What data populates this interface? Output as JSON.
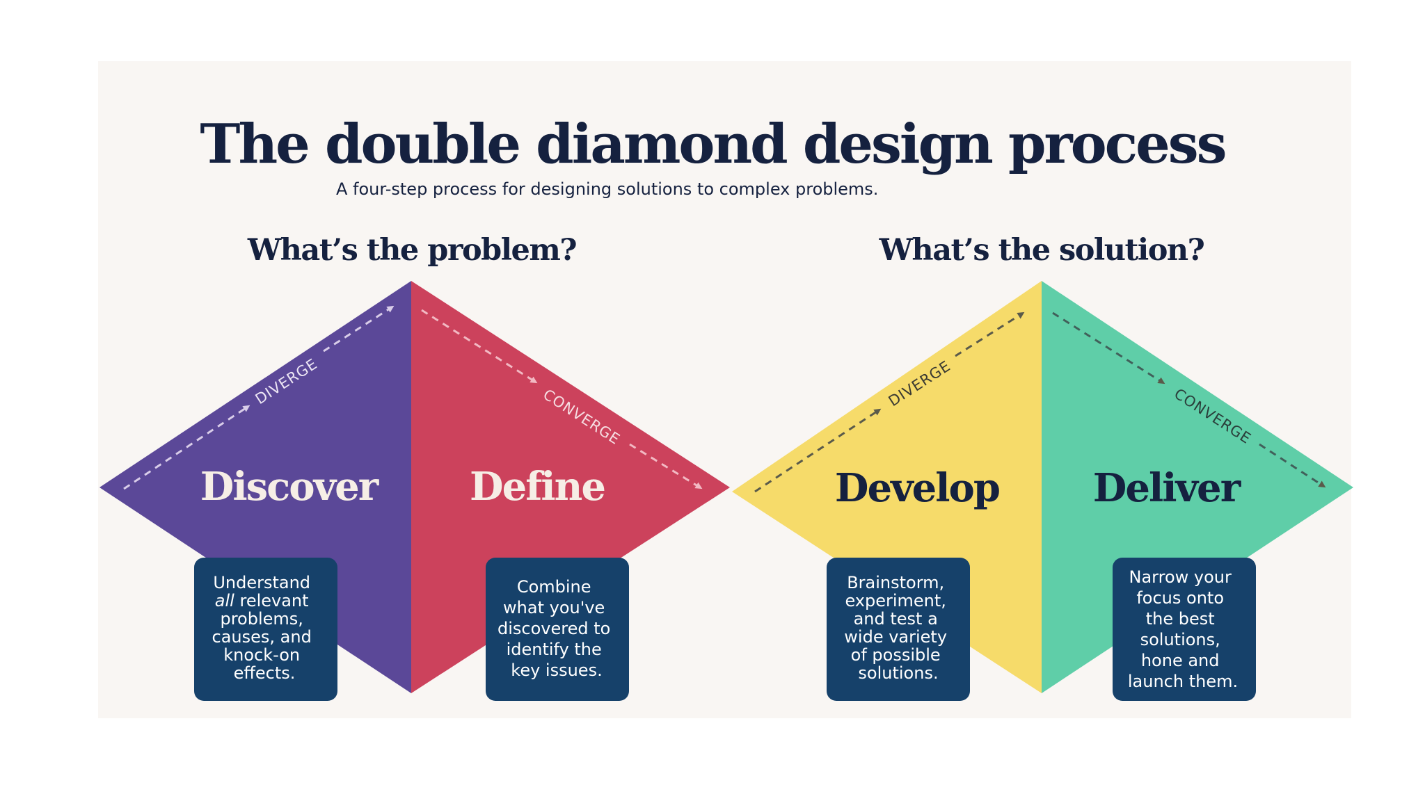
{
  "title": "The double diamond design process",
  "subtitle": "A four-step process for designing solutions to complex problems.",
  "colors": {
    "navy": "#15213f",
    "discover": "#5b4898",
    "define": "#cc425c",
    "develop": "#f6db6a",
    "deliver": "#5fcea8",
    "box": "#16416a",
    "card_bg": "#f9f6f3"
  },
  "sections": {
    "problem": {
      "heading": "What’s the problem?"
    },
    "solution": {
      "heading": "What’s the solution?"
    }
  },
  "phases": {
    "discover": {
      "name": "Discover",
      "arrow_label": "DIVERGE",
      "description_lines": [
        "Understand",
        "all relevant",
        "problems,",
        "causes, and",
        "knock-on",
        "effects."
      ],
      "emphasis_word": "all"
    },
    "define": {
      "name": "Define",
      "arrow_label": "CONVERGE",
      "description_lines": [
        "Combine",
        "what you've",
        "discovered to",
        "identify the",
        "key issues."
      ]
    },
    "develop": {
      "name": "Develop",
      "arrow_label": "DIVERGE",
      "description_lines": [
        "Brainstorm,",
        "experiment,",
        "and test a",
        "wide variety",
        "of possible",
        "solutions."
      ]
    },
    "deliver": {
      "name": "Deliver",
      "arrow_label": "CONVERGE",
      "description_lines": [
        "Narrow your",
        "focus onto",
        "the best",
        "solutions,",
        "hone and",
        "launch them."
      ]
    }
  }
}
